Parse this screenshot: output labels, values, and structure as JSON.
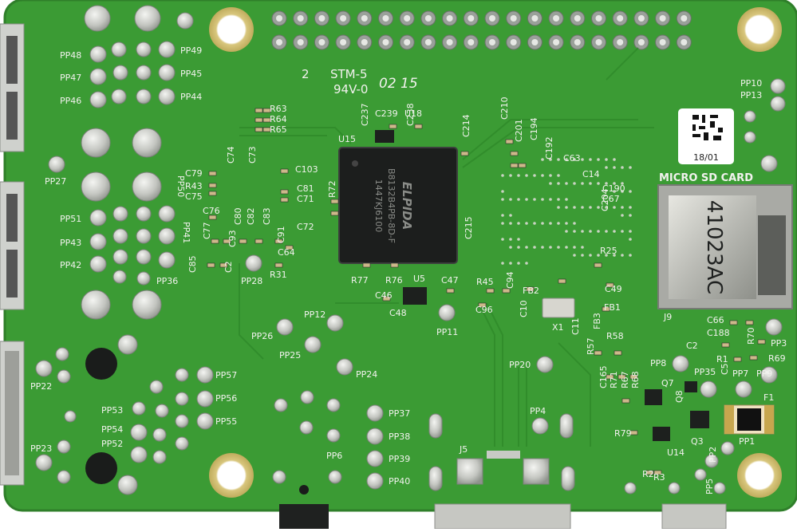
{
  "markings": {
    "ul_code": "2",
    "stm": "STM-5",
    "rating": "94V-0",
    "date_code": "02 15",
    "sd_label": "MICRO SD CARD",
    "qr_code": "18/01",
    "sd_code": "41023AC",
    "chip_brand": "ELPIDA",
    "chip_line1": "B8132B4PB-8D-F",
    "chip_line2": "1447KJ6100"
  },
  "labels": {
    "PP48": "PP48",
    "PP47": "PP47",
    "PP46": "PP46",
    "PP49": "PP49",
    "PP45": "PP45",
    "PP44": "PP44",
    "PP27": "PP27",
    "PP50": "PP50",
    "PP51": "PP51",
    "PP43": "PP43",
    "PP42": "PP42",
    "PP41": "PP41",
    "PP36": "PP36",
    "PP28": "PP28",
    "PP22": "PP22",
    "PP53": "PP53",
    "PP54": "PP54",
    "PP52": "PP52",
    "PP23": "PP23",
    "PP57": "PP57",
    "PP56": "PP56",
    "PP55": "PP55",
    "PP26": "PP26",
    "PP12": "PP12",
    "PP25": "PP25",
    "PP24": "PP24",
    "PP6": "PP6",
    "PP37": "PP37",
    "PP38": "PP38",
    "PP39": "PP39",
    "PP40": "PP40",
    "PP11": "PP11",
    "PP20": "PP20",
    "PP4": "PP4",
    "PP10": "PP10",
    "PP13": "PP13",
    "PP3": "PP3",
    "PP8": "PP8",
    "PP35": "PP35",
    "PP7": "PP7",
    "PP9": "PP9",
    "PP1": "PP1",
    "PP2": "PP2",
    "PP5": "PP5",
    "R63": "R63",
    "R64": "R64",
    "R65": "R65",
    "C239": "C239",
    "U18": "U18",
    "C237": "C237",
    "C238": "C238",
    "U15": "U15",
    "C214": "C214",
    "C210": "C210",
    "C201": "C201",
    "C194": "C194",
    "C192": "C192",
    "C63": "C63",
    "C14": "C14",
    "C190": "C190",
    "C67": "C67",
    "C204": "C204",
    "C74": "C74",
    "C73": "C73",
    "C103": "C103",
    "C79": "C79",
    "R43": "R43",
    "C75": "C75",
    "C81": "C81",
    "C71": "C71",
    "R72": "R72",
    "C76": "C76",
    "C80": "C80",
    "C82": "C82",
    "C83": "C83",
    "C72": "C72",
    "C77": "C77",
    "C93": "C93",
    "C91": "C91",
    "C64": "C64",
    "C85": "C85",
    "C2": "C2",
    "R31": "R31",
    "R77": "R77",
    "R76": "R76",
    "U5": "U5",
    "C47": "C47",
    "R45": "R45",
    "C46": "C46",
    "C48": "C48",
    "C96": "C96",
    "C215": "C215",
    "R25": "R25",
    "C94": "C94",
    "FB2": "FB2",
    "C49": "C49",
    "C10": "C10",
    "X1": "X1",
    "FB1": "FB1",
    "FB3": "FB3",
    "C11": "C11",
    "J9": "J9",
    "C66": "C66",
    "C188": "C188",
    "R57": "R57",
    "R58": "R58",
    "C2b": "C2",
    "R1": "R1",
    "R70": "R70",
    "R69": "R69",
    "C5": "C5",
    "C165": "C165",
    "R71": "R71",
    "R67": "R67",
    "R68": "R68",
    "Q7": "Q7",
    "Q8": "Q8",
    "F1": "F1",
    "R79": "R79",
    "Q3": "Q3",
    "U14": "U14",
    "R2": "R2",
    "R3": "R3",
    "J5": "J5"
  },
  "colors": {
    "pcb": "#3a9a33",
    "silk": "#f2f2ee",
    "pad": "#c9cbc6",
    "dark": "#1b1d1c"
  }
}
